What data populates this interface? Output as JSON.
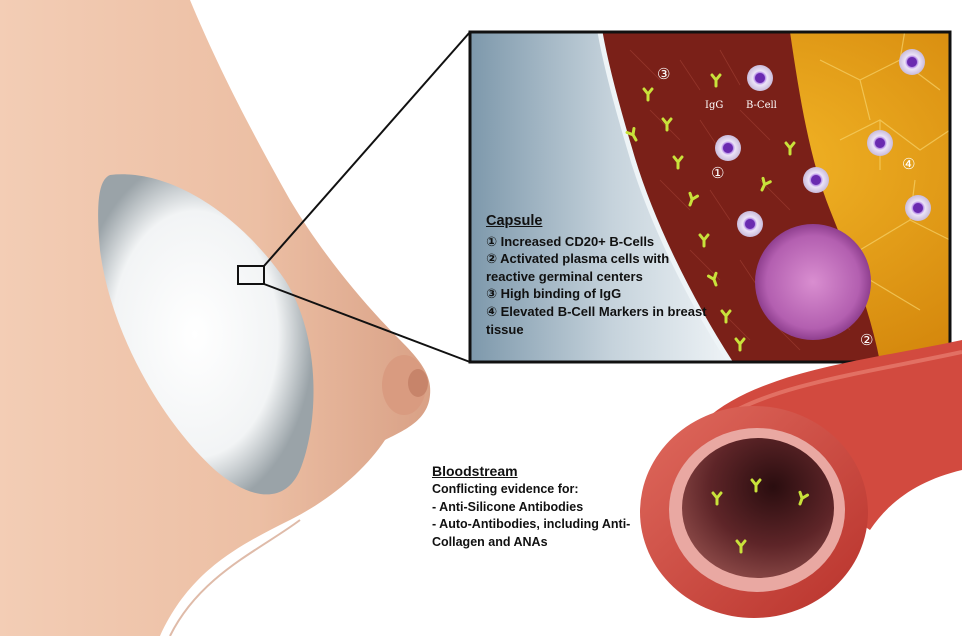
{
  "callout_labels": {
    "igg": "IgG",
    "bcell": "B-Cell",
    "marker_1": "①",
    "marker_2": "②",
    "marker_3": "③",
    "marker_4": "④"
  },
  "capsule": {
    "title": "Capsule",
    "items": [
      "① Increased CD20+ B-Cells",
      "② Activated plasma cells with reactive germinal centers",
      "③ High binding of IgG",
      "④ Elevated B-Cell Markers in breast tissue"
    ]
  },
  "bloodstream": {
    "title": "Bloodstream",
    "lines": [
      "Conflicting evidence for:",
      "- Anti-Silicone Antibodies",
      "- Auto-Antibodies, including Anti-Collagen and ANAs"
    ]
  },
  "colors": {
    "skin": "#ecc0a7",
    "capsule_tissue": "#7a2018",
    "fat_tissue": "#e49d10",
    "implant": "#b5c5cf",
    "vessel": "#c93d33",
    "antibody": "#c9e23b",
    "bcell": "#8a4fd0"
  }
}
